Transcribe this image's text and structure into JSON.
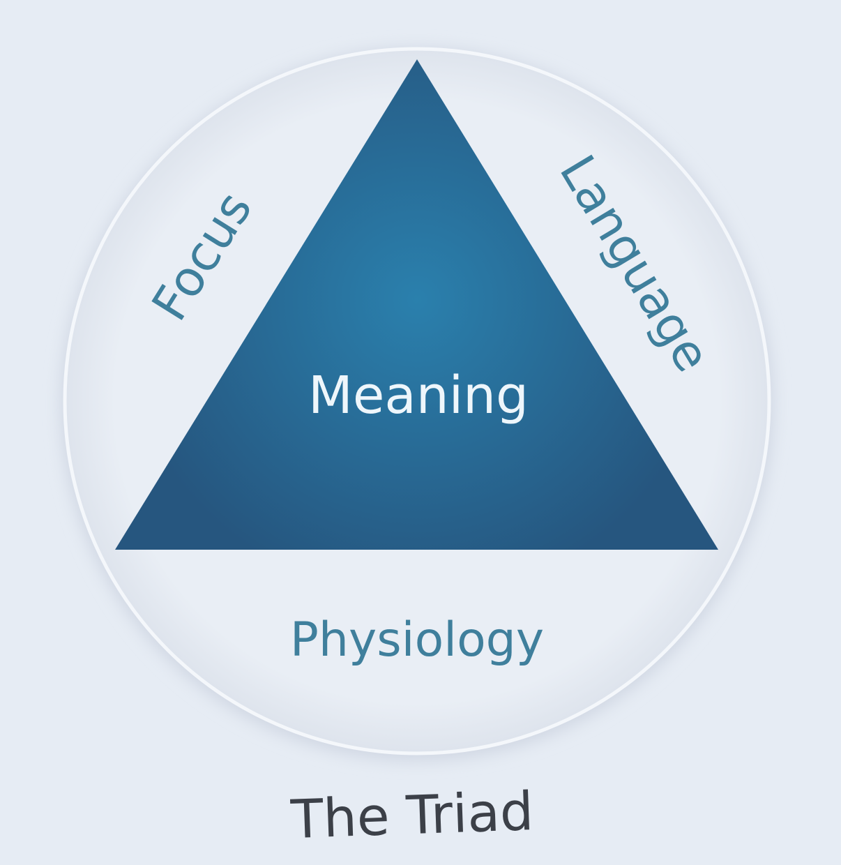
{
  "diagram": {
    "center_label": "Meaning",
    "left_label": "Focus",
    "right_label": "Language",
    "bottom_label": "Physiology",
    "caption": "The Triad"
  },
  "colors": {
    "background": "#e6ecf4",
    "triangle_center": "#2a80ad",
    "triangle_edge": "#25557f",
    "label_teal": "#3f7f9c",
    "center_text": "#eef6fb",
    "caption": "#3c4048"
  }
}
